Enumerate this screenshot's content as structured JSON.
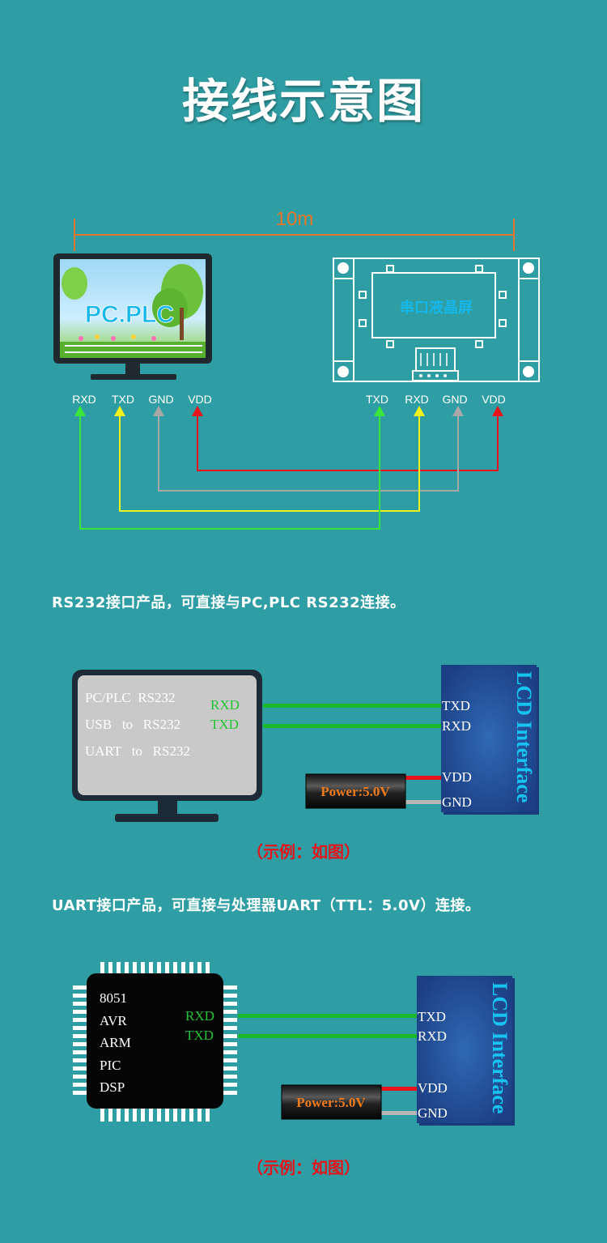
{
  "title": "接线示意图",
  "diagram1": {
    "distance_label": "10m",
    "monitor_label": "PC.PLC",
    "module_label": "串口液晶屏",
    "pc_pins": [
      "RXD",
      "TXD",
      "GND",
      "VDD"
    ],
    "lcd_pins": [
      "TXD",
      "RXD",
      "GND",
      "VDD"
    ],
    "wire_colors": {
      "green": "#39e639",
      "yellow": "#f2f21e",
      "gray": "#a8a8a8",
      "red": "#e8141b"
    }
  },
  "caption1": "RS232接口产品，可直接与PC,PLC RS232连接。",
  "diagram2": {
    "monitor_lines": [
      "PC/PLC  RS232",
      "USB   to   RS232",
      "UART   to   RS232"
    ],
    "rxd": "RXD",
    "txd": "TXD",
    "lcd_title": "LCD Interface",
    "lcd_pins": [
      "TXD",
      "RXD",
      "VDD",
      "GND"
    ],
    "power": "Power:5.0V"
  },
  "example1": "（示例：如图）",
  "caption2": "UART接口产品，可直接与处理器UART（TTL：5.0V）连接。",
  "diagram3": {
    "chip_lines": [
      "8051",
      "AVR",
      "ARM",
      "PIC",
      "DSP"
    ],
    "rxd": "RXD",
    "txd": "TXD",
    "lcd_title": "LCD Interface",
    "lcd_pins": [
      "TXD",
      "RXD",
      "VDD",
      "GND"
    ],
    "power": "Power:5.0V"
  },
  "example2": "（示例：如图）"
}
